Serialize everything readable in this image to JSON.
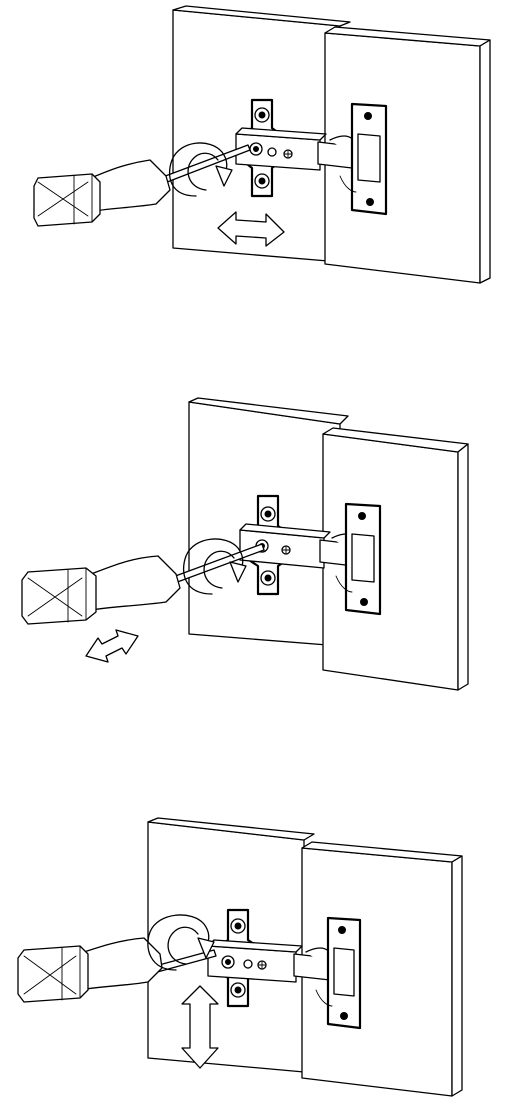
{
  "figure": {
    "steps": [
      {
        "id": "step-1",
        "adjustment": "horizontal",
        "arrow_orientation": "horizontal",
        "arrow_location": "below-hinge"
      },
      {
        "id": "step-2",
        "adjustment": "depth",
        "arrow_orientation": "diagonal",
        "arrow_location": "below-screwdriver"
      },
      {
        "id": "step-3",
        "adjustment": "vertical",
        "arrow_orientation": "vertical",
        "arrow_location": "below-hinge"
      }
    ],
    "colors": {
      "stroke": "#000000",
      "fill": "#ffffff",
      "screw": "#000000"
    },
    "icons": [
      "screwdriver-icon",
      "rotation-arrow-icon",
      "hinge-icon",
      "adjustment-arrow-icon"
    ]
  }
}
